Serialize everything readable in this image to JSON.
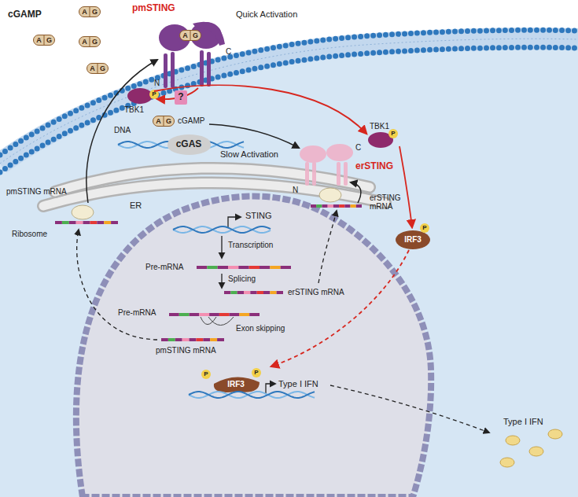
{
  "diagram": {
    "nodes": [
      {
        "text": [
          "?"
        ]
      },
      {
        "text": [
          "cGAS"
        ]
      }
    ],
    "labels": [
      "cGAMP",
      "pmSTING",
      "Quick Activation",
      "C",
      "N",
      "TBK1",
      "P",
      "DNA",
      "cGAMP",
      "Slow Activation",
      "N",
      "C",
      "TBK1",
      "P",
      "erSTING",
      "pmSTING mRNA",
      "Ribosome",
      "ER",
      "erSTING mRNA",
      "STING",
      "Pre-mRNA",
      "Transcription",
      "Splicing",
      "erSTING mRNA",
      "Pre-mRNA",
      "Exon skipping",
      "pmSTING mRNA",
      "IRF3",
      "P",
      "IRF3",
      "P",
      "P",
      "Type I IFN",
      "Type I IFN",
      "A",
      "G",
      "A",
      "G",
      "A",
      "G",
      "A",
      "G",
      "A",
      "G",
      "A",
      "G"
    ]
  }
}
